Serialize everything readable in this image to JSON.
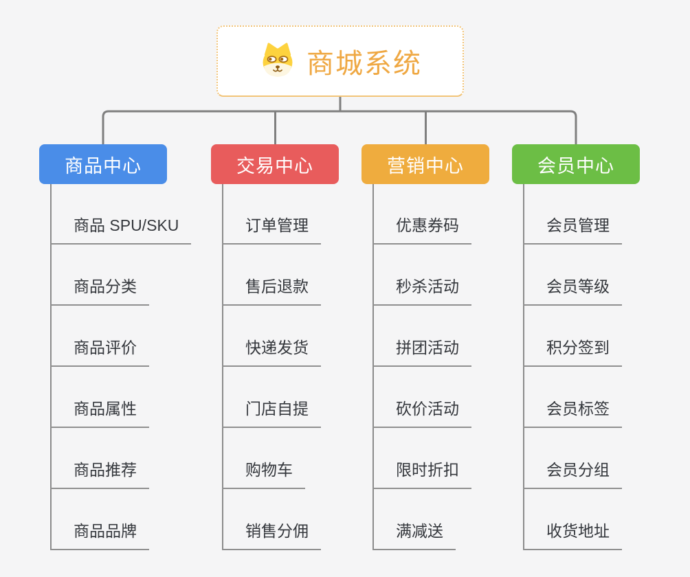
{
  "root": {
    "title": "商城系统",
    "icon": "dog-face",
    "accent_color": "#EFA843",
    "border_color": "#F2C478"
  },
  "connector_color": "#7F7F7F",
  "underline_color": "#8F8F8F",
  "background_color": "#F5F5F6",
  "branches": [
    {
      "label": "商品中心",
      "color": "#4A8DE8",
      "items": [
        "商品 SPU/SKU",
        "商品分类",
        "商品评价",
        "商品属性",
        "商品推荐",
        "商品品牌"
      ]
    },
    {
      "label": "交易中心",
      "color": "#E85C5C",
      "items": [
        "订单管理",
        "售后退款",
        "快递发货",
        "门店自提",
        "购物车",
        "销售分佣"
      ]
    },
    {
      "label": "营销中心",
      "color": "#EFAC3E",
      "items": [
        "优惠券码",
        "秒杀活动",
        "拼团活动",
        "砍价活动",
        "限时折扣",
        "满减送"
      ]
    },
    {
      "label": "会员中心",
      "color": "#6CBE45",
      "items": [
        "会员管理",
        "会员等级",
        "积分签到",
        "会员标签",
        "会员分组",
        "收货地址"
      ]
    }
  ]
}
